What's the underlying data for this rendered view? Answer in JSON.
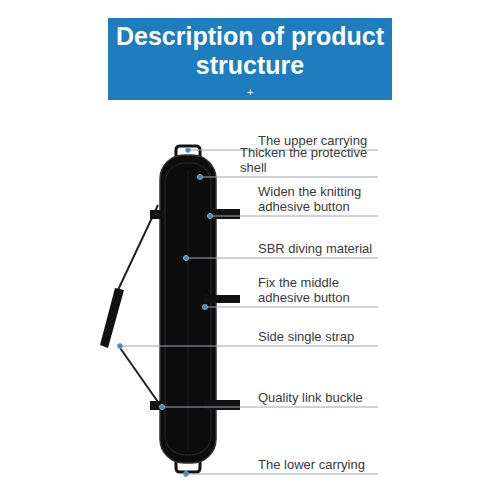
{
  "diagram": {
    "title": "Description of product structure",
    "labels": [
      "+",
      "The upper carrying",
      "Thicken the protective shell",
      "Widen the knitting adhesive button",
      "SBR diving material",
      "Fix the middle adhesive button",
      "Side single strap",
      "Quality link buckle",
      "The lower carrying"
    ]
  }
}
